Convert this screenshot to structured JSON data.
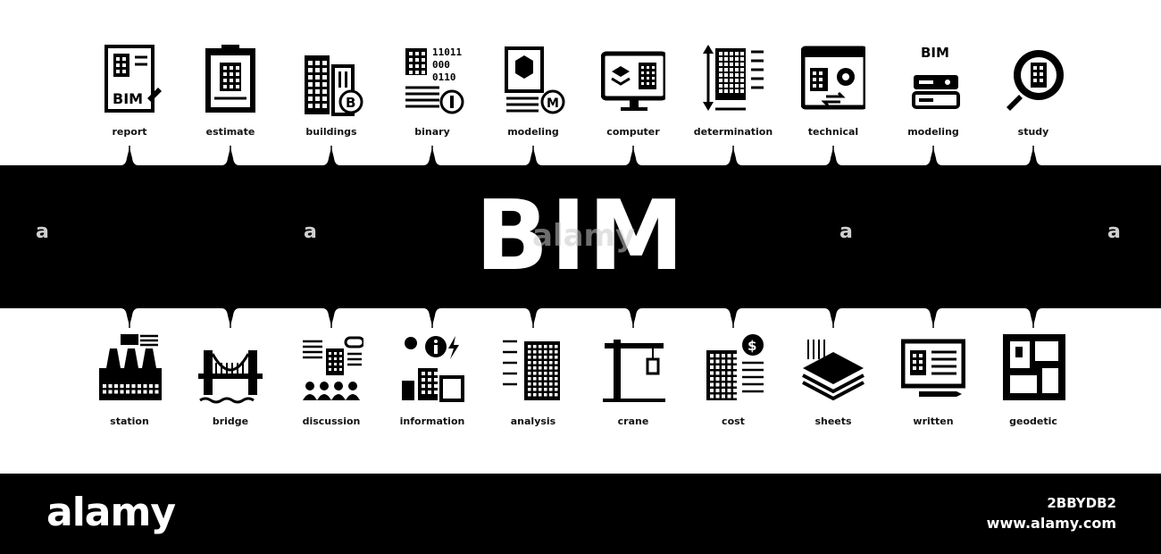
{
  "banner": {
    "title": "BIM",
    "center_watermark": "alamy",
    "watermark_glyph": "a"
  },
  "top_items": [
    {
      "label": "report",
      "icon": "report-document-icon"
    },
    {
      "label": "estimate",
      "icon": "estimate-clipboard-icon"
    },
    {
      "label": "buildings",
      "icon": "buildings-icon"
    },
    {
      "label": "binary",
      "icon": "binary-code-icon"
    },
    {
      "label": "modeling",
      "icon": "3d-modeling-icon"
    },
    {
      "label": "computer",
      "icon": "computer-monitor-icon"
    },
    {
      "label": "determination",
      "icon": "size-determination-icon"
    },
    {
      "label": "technical",
      "icon": "technical-settings-icon"
    },
    {
      "label": "modeling",
      "icon": "server-modeling-icon"
    },
    {
      "label": "study",
      "icon": "magnifier-study-icon"
    }
  ],
  "bottom_items": [
    {
      "label": "station",
      "icon": "power-station-icon"
    },
    {
      "label": "bridge",
      "icon": "bridge-icon"
    },
    {
      "label": "discussion",
      "icon": "discussion-group-icon"
    },
    {
      "label": "information",
      "icon": "information-icon"
    },
    {
      "label": "analysis",
      "icon": "analysis-icon"
    },
    {
      "label": "crane",
      "icon": "crane-icon"
    },
    {
      "label": "cost",
      "icon": "cost-dollar-icon"
    },
    {
      "label": "sheets",
      "icon": "layered-sheets-icon"
    },
    {
      "label": "written",
      "icon": "written-document-icon"
    },
    {
      "label": "geodetic",
      "icon": "geodetic-plan-icon"
    }
  ],
  "footer": {
    "brand": "alamy",
    "image_id": "2BBYDB2",
    "site": "www.alamy.com"
  },
  "colors": {
    "background": "#ffffff",
    "band": "#000000",
    "text": "#111111"
  }
}
